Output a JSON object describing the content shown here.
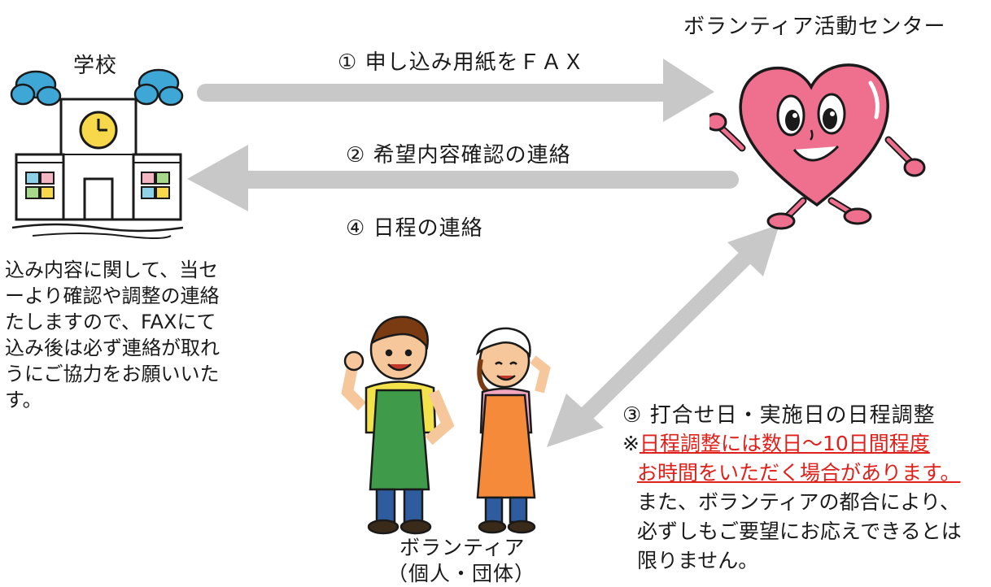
{
  "school": {
    "label": "学校",
    "note_lines": [
      "込み内容に関して、当セ",
      "ーより確認や調整の連絡",
      "たしますので、FAXにて",
      "込み後は必ず連絡が取れ",
      "うにご協力をお願いいた",
      "す。"
    ]
  },
  "center": {
    "label": "ボランティア活動センター"
  },
  "volunteer": {
    "label_line1": "ボランティア",
    "label_line2": "（個人・団体）"
  },
  "steps": {
    "step1": "① 申し込み用紙をＦＡＸ",
    "step2": "② 希望内容確認の連絡",
    "step4": "④ 日程の連絡",
    "step3": "③ 打合せ日・実施日の日程調整"
  },
  "notice": {
    "mark": "※",
    "red_line1": "日程調整には数日～10日間程度",
    "red_line2": "お時間をいただく場合があります。",
    "line3": "また、ボランティアの都合により、",
    "line4": "必ずしもご要望にお応えできるとは",
    "line5": "限りません。"
  },
  "colors": {
    "arrow": "#c8c8c8",
    "notice_red": "#e0201a",
    "heart": "#ee6f8e"
  }
}
